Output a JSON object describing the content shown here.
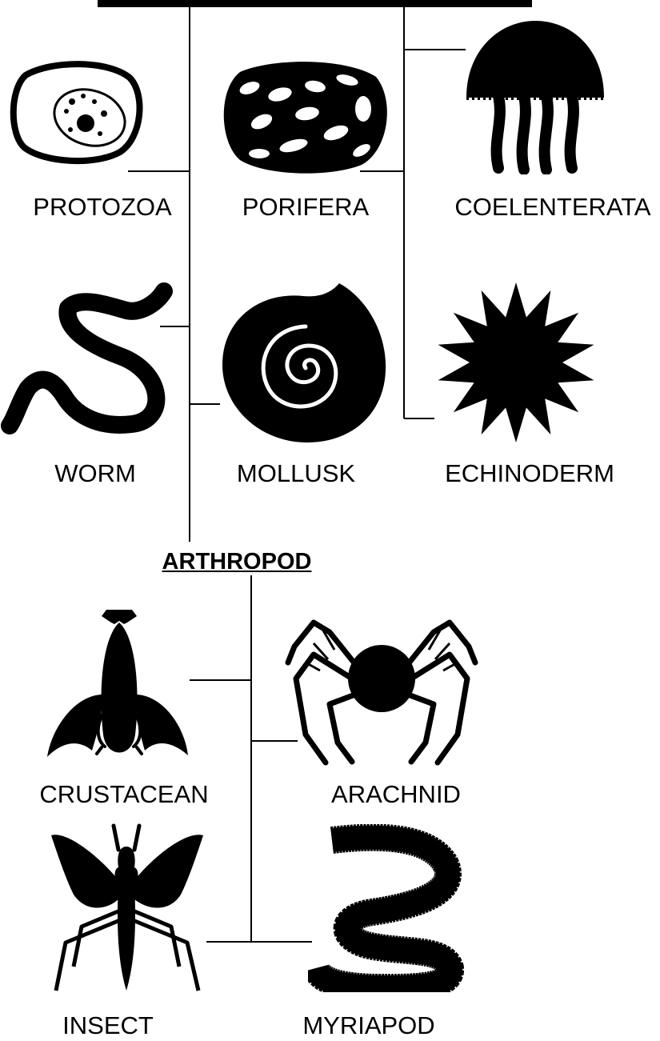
{
  "root_bar": "",
  "phyla": [
    {
      "name": "PROTOZOA",
      "icon": "protozoa-icon"
    },
    {
      "name": "PORIFERA",
      "icon": "porifera-icon"
    },
    {
      "name": "COELENTERATA",
      "icon": "jellyfish-icon"
    },
    {
      "name": "WORM",
      "icon": "worm-icon"
    },
    {
      "name": "MOLLUSK",
      "icon": "spiral-shell-icon"
    },
    {
      "name": "ECHINODERM",
      "icon": "starburst-icon"
    }
  ],
  "subgroup": {
    "title": "ARTHROPOD",
    "classes": [
      {
        "name": "CRUSTACEAN",
        "icon": "lobster-icon"
      },
      {
        "name": "ARACHNID",
        "icon": "spider-icon"
      },
      {
        "name": "INSECT",
        "icon": "insect-icon"
      },
      {
        "name": "MYRIAPOD",
        "icon": "centipede-icon"
      }
    ]
  },
  "colors": {
    "ink": "#000000",
    "background": "#ffffff"
  }
}
